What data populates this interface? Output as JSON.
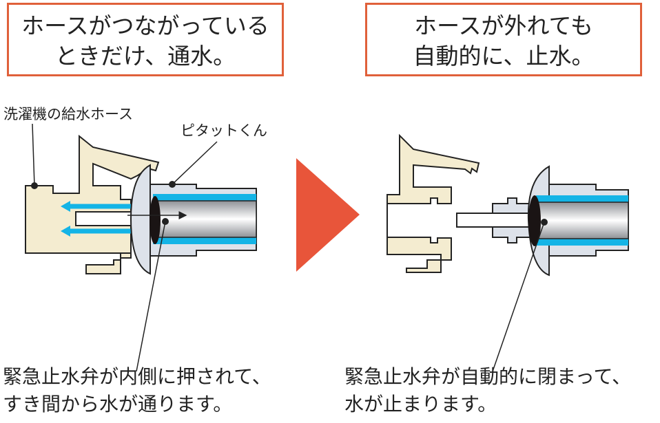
{
  "headings": {
    "left": [
      "ホースがつながっている",
      "ときだけ、通水。"
    ],
    "right": [
      "ホースが外れても",
      "自動的に、止水。"
    ]
  },
  "labels": {
    "hose": "洗濯機の給水ホース",
    "pitatto": "ピタットくん"
  },
  "captions": {
    "left": [
      "緊急止水弁が内側に押されて、",
      "すき間から水が通ります。"
    ],
    "right": [
      "緊急止水弁が自動的に閉まって、",
      "水が止まります。"
    ]
  },
  "colors": {
    "frame": "#e0603a",
    "arrow": "#e8553a",
    "water": "#14b4e6",
    "faucet": "#f4ecd0",
    "adapter": "#dde2ea"
  }
}
